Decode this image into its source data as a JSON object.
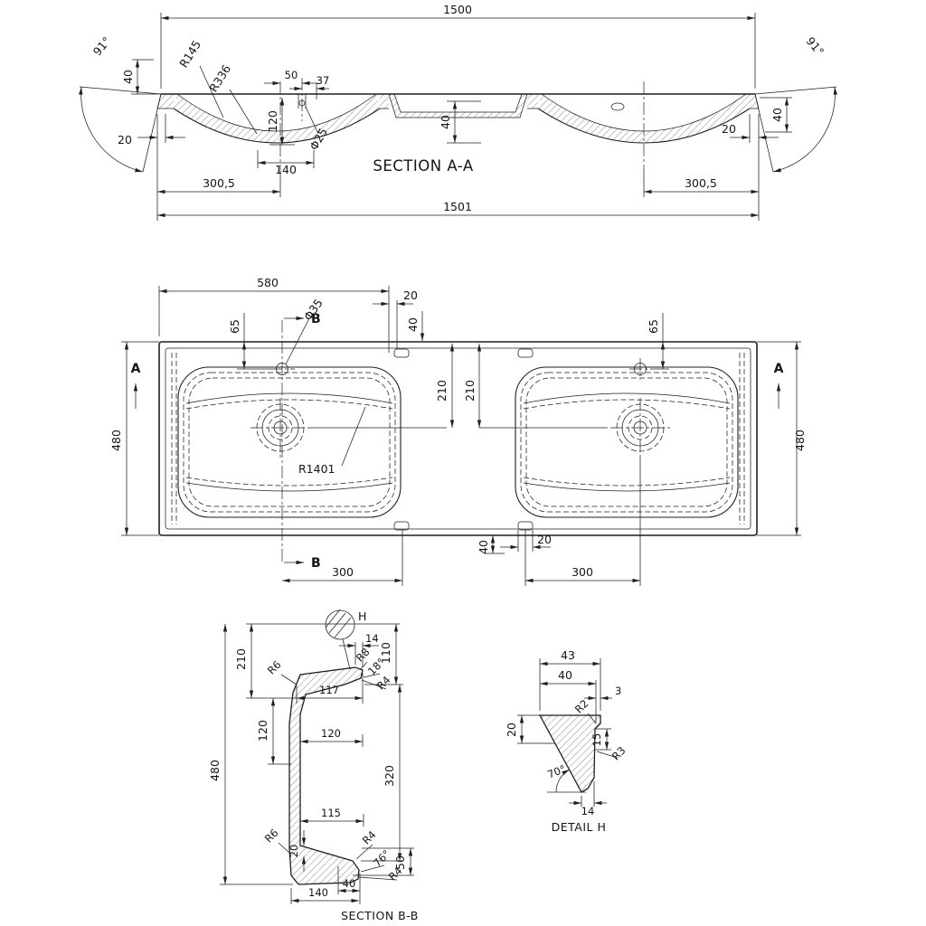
{
  "section_aa": {
    "title": "SECTION A-A",
    "d1500": "1500",
    "d1501": "1501",
    "angle_left": "91°",
    "angle_right": "91°",
    "d40_left": "40",
    "d20_left": "20",
    "r145": "R145",
    "r336": "R336",
    "d50": "50",
    "d37": "37",
    "d120": "120",
    "phi25": "Φ25",
    "d140": "140",
    "d40_mid": "40",
    "d20_right": "20",
    "d40_right": "40",
    "d3005_left": "300,5",
    "d3005_right": "300,5"
  },
  "plan": {
    "d580": "580",
    "d20_top": "20",
    "d65_left": "65",
    "d65_right": "65",
    "b_label_top": "B",
    "b_label_bottom": "B",
    "phi35": "Φ35",
    "d40_top": "40",
    "d210_left": "210",
    "d210_right": "210",
    "a_label_left": "A",
    "a_label_right": "A",
    "d480_left": "480",
    "d480_right": "480",
    "r1401": "R1401",
    "d300_left": "300",
    "d300_right": "300",
    "d40_bottom": "40",
    "d20_bottom": "20"
  },
  "section_bb": {
    "title": "SECTION B-B",
    "h_label": "H",
    "d14": "14",
    "d110": "110",
    "r8": "R8",
    "a18": "18°",
    "r4_top": "R4",
    "r6_top": "R6",
    "d117": "117",
    "d210": "210",
    "d120_v": "120",
    "d120_h": "120",
    "d480": "480",
    "d320": "320",
    "d115": "115",
    "r6_bottom": "R6",
    "d20": "20",
    "r4_mid": "R4",
    "a76": "76°",
    "r4_bottom": "R4",
    "d50": "50",
    "d40": "40",
    "d140": "140"
  },
  "detail_h": {
    "title": "DETAIL H",
    "d43": "43",
    "d40": "40",
    "d3": "3",
    "d20": "20",
    "d15": "15",
    "r2": "R2",
    "r3": "R3",
    "a70": "70°",
    "d14": "14"
  }
}
